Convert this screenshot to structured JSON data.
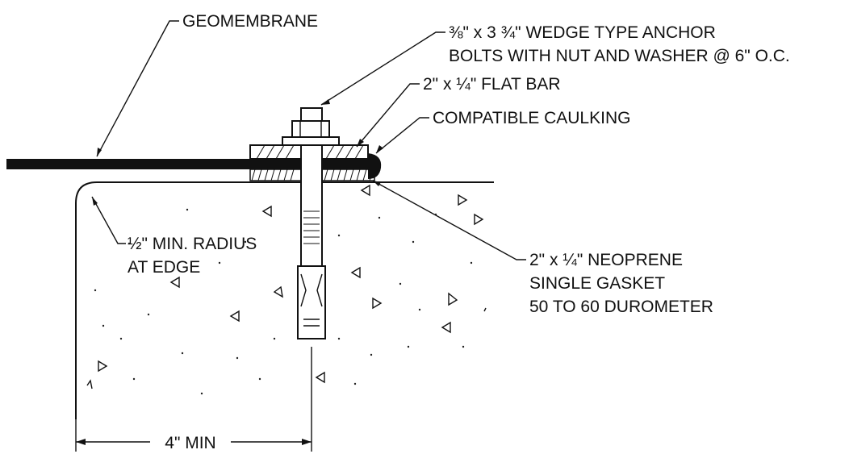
{
  "callouts": {
    "geomembrane": "GEOMEMBRANE",
    "anchor_line1": "⅜\" x 3 ¾\" WEDGE TYPE ANCHOR",
    "anchor_line2": "BOLTS WITH NUT AND WASHER @ 6\" O.C.",
    "flat_bar": "2\" x ¼\" FLAT BAR",
    "caulking": "COMPATIBLE CAULKING",
    "radius_line1": "½\" MIN. RADIUS",
    "radius_line2": "AT EDGE",
    "gasket_line1": "2\" x ¼\" NEOPRENE",
    "gasket_line2": "SINGLE GASKET",
    "gasket_line3": "50 TO 60 DUROMETER"
  },
  "dimension": {
    "edge_distance": "4\" MIN"
  }
}
